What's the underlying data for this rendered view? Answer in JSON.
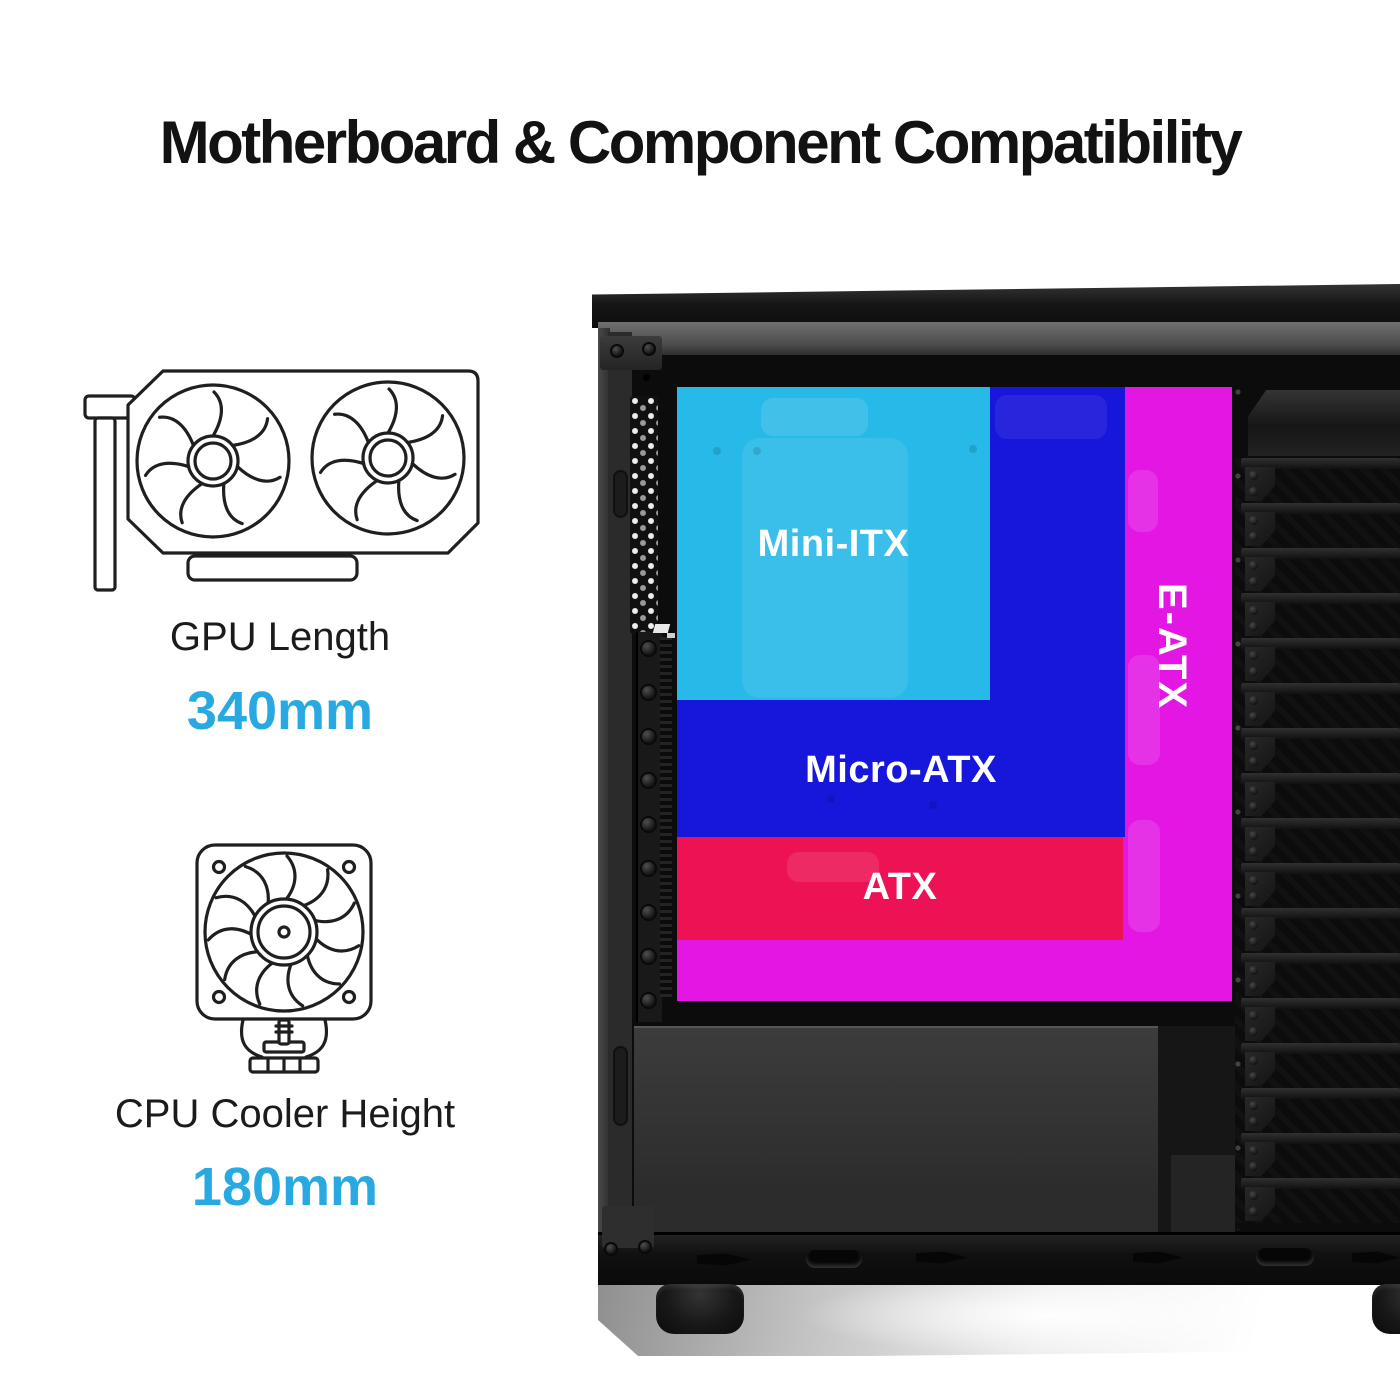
{
  "title": "Motherboard & Component Compatibility",
  "accent_value_color": "#29A9E1",
  "specs": [
    {
      "icon": "gpu-card-icon",
      "label": "GPU Length",
      "value": "340mm"
    },
    {
      "icon": "cpu-cooler-icon",
      "label": "CPU Cooler Height",
      "value": "180mm"
    }
  ],
  "motherboard_overlay": {
    "text_color": "#FFFFFF",
    "mini_itx": {
      "label": "Mini-ITX",
      "color": "#27B9E8"
    },
    "micro_atx": {
      "label": "Micro-ATX",
      "color": "#1716DB"
    },
    "atx": {
      "label": "ATX",
      "color": "#ED1254"
    },
    "e_atx": {
      "label": "E-ATX",
      "color": "#E316E3"
    }
  }
}
